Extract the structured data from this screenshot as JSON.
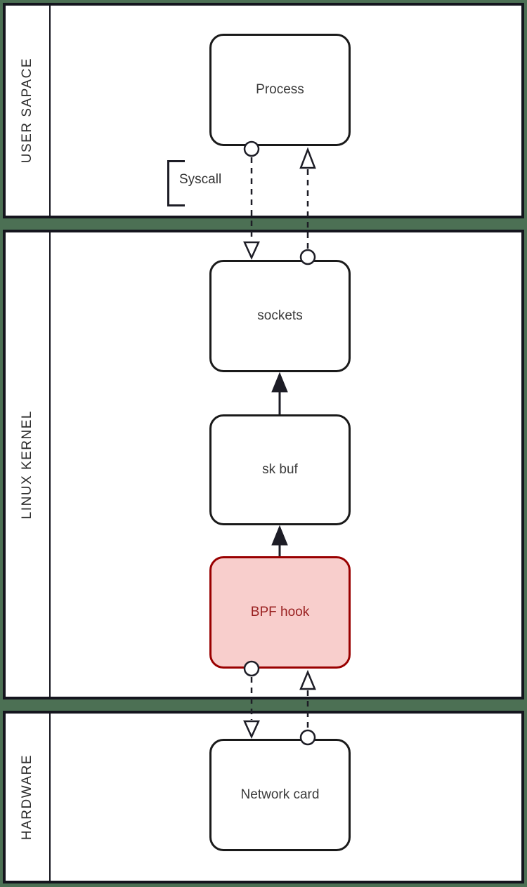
{
  "diagram_title": "Linux network stack with BPF hook swimlane diagram",
  "colors": {
    "background_green": "#4c7054",
    "lane_border": "#15151e",
    "lane_fill": "#ffffff",
    "node_border": "#1a1a1a",
    "node_fill": "#ffffff",
    "bpf_fill": "#f8cecc",
    "bpf_border": "#990000",
    "bpf_text": "#992020",
    "connector": "#1d1d26",
    "text": "#3a3a3a"
  },
  "lanes": [
    {
      "label": "USER SAPACE"
    },
    {
      "label": "LINUX KERNEL"
    },
    {
      "label": "HARDWARE"
    }
  ],
  "nodes": {
    "process": {
      "label": "Process",
      "lane": "USER SAPACE"
    },
    "sockets": {
      "label": "sockets",
      "lane": "LINUX KERNEL"
    },
    "skbuf": {
      "label": "sk buf",
      "lane": "LINUX KERNEL"
    },
    "bpf_hook": {
      "label": "BPF hook",
      "lane": "LINUX KERNEL"
    },
    "network_card": {
      "label": "Network card",
      "lane": "HARDWARE"
    }
  },
  "annotations": {
    "syscall": "Syscall"
  },
  "edges": [
    {
      "from": "Process",
      "to": "sockets",
      "style": "dashed",
      "source_marker": "circle",
      "target_marker": "open-arrow"
    },
    {
      "from": "sockets",
      "to": "Process",
      "style": "dashed",
      "source_marker": "circle",
      "target_marker": "open-arrow"
    },
    {
      "from": "BPF hook",
      "to": "sk buf",
      "style": "solid",
      "target_marker": "filled-arrow"
    },
    {
      "from": "sk buf",
      "to": "sockets",
      "style": "solid",
      "target_marker": "filled-arrow"
    },
    {
      "from": "BPF hook",
      "to": "Network card",
      "style": "dashed",
      "source_marker": "circle",
      "target_marker": "open-arrow"
    },
    {
      "from": "Network card",
      "to": "BPF hook",
      "style": "dashed",
      "source_marker": "circle",
      "target_marker": "open-arrow"
    }
  ]
}
